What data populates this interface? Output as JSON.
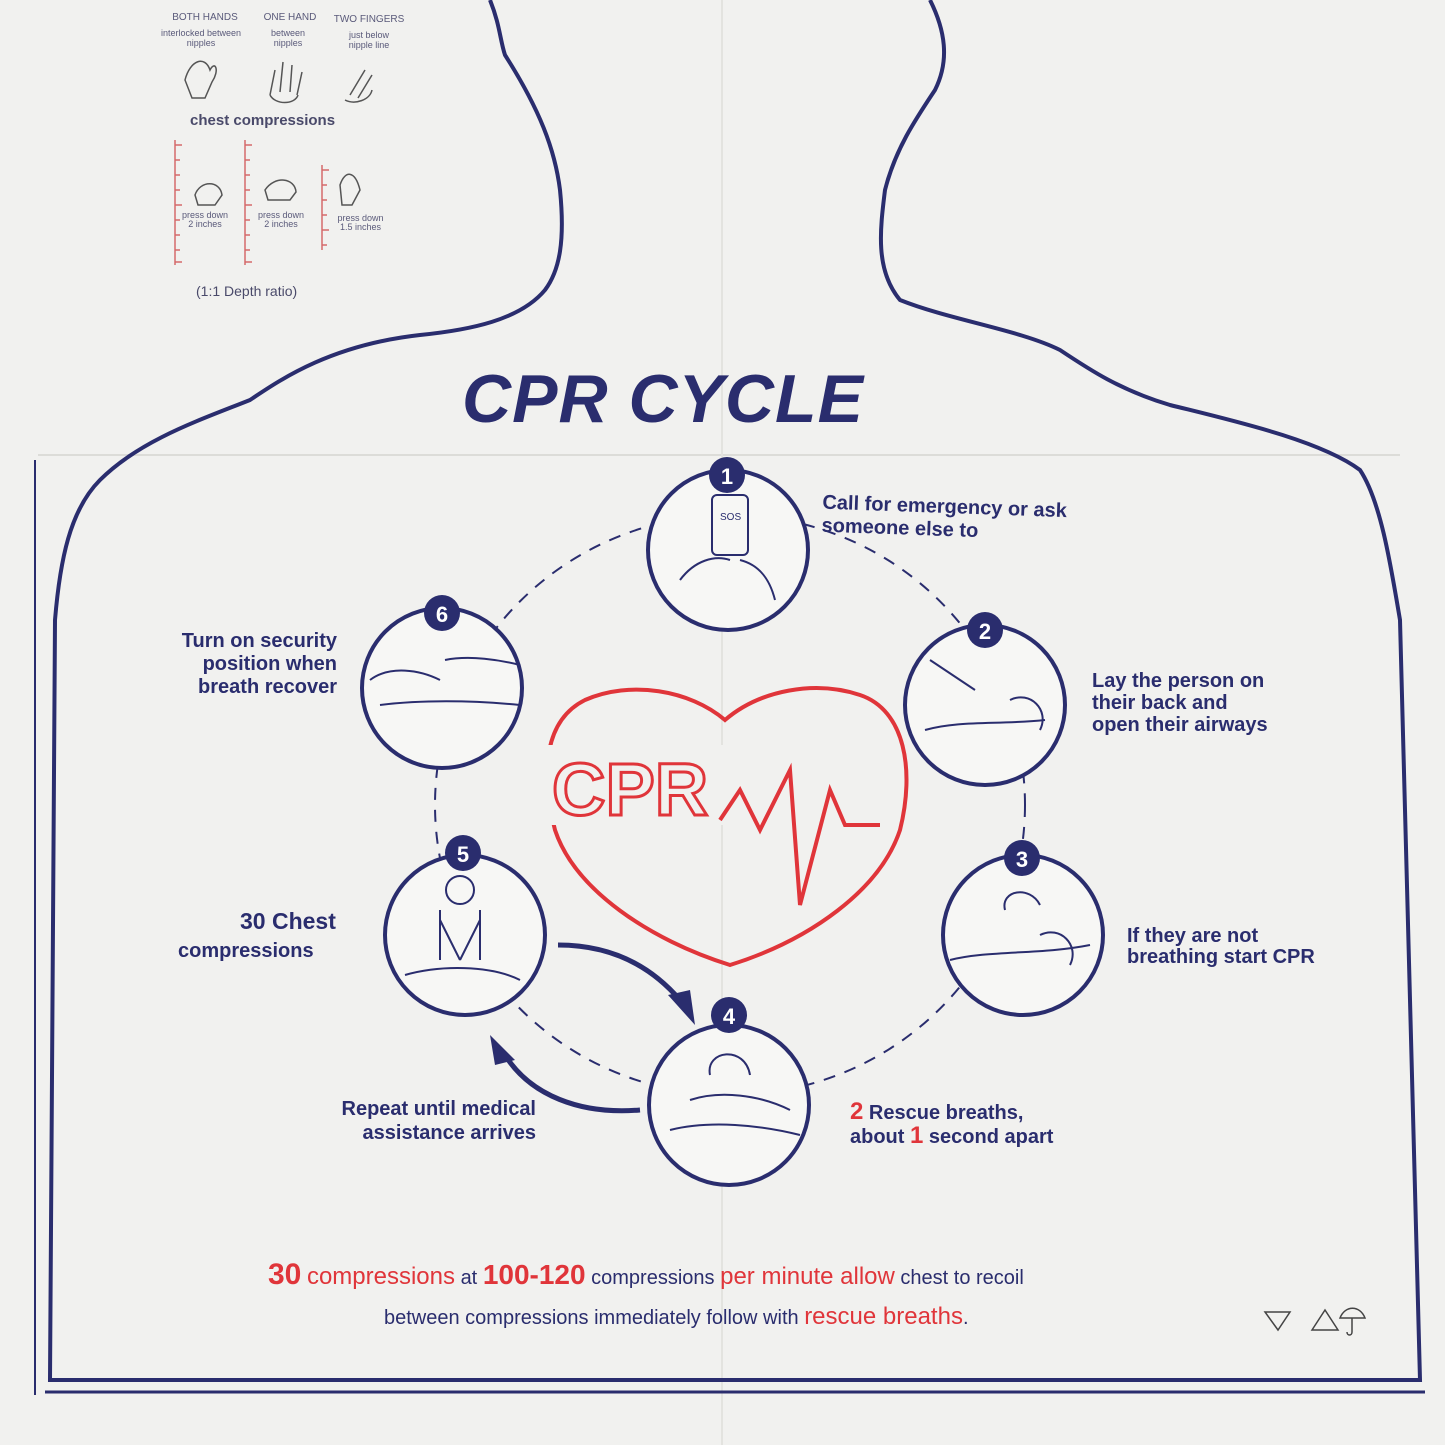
{
  "hand_positions": [
    {
      "title": "BOTH HANDS",
      "desc": "interlocked between nipples"
    },
    {
      "title": "ONE HAND",
      "desc": "between nipples"
    },
    {
      "title": "TWO FINGERS",
      "desc": "just below nipple line"
    }
  ],
  "compressions_label": "chest compressions",
  "depth_rulers": [
    {
      "label": "press down",
      "depth": "2 inches"
    },
    {
      "label": "press down",
      "depth": "2 inches"
    },
    {
      "label": "press down",
      "depth": "1.5 inches"
    }
  ],
  "depth_ratio": "(1:1 Depth ratio)",
  "title": "CPR CYCLE",
  "center_logo": "CPR",
  "steps": [
    {
      "num": "1",
      "text": "Call for emergency or ask someone else to"
    },
    {
      "num": "2",
      "line1": "Lay the person on",
      "line2": "their back and",
      "line3": "open their airways"
    },
    {
      "num": "3",
      "line1": "If they are not",
      "line2": "breathing start CPR"
    },
    {
      "num": "4",
      "line1_num": "2",
      "line1_text": "Rescue breaths,",
      "line2_pre": "about",
      "line2_num": "1",
      "line2_post": "second apart"
    },
    {
      "num": "5",
      "line1": "30 Chest",
      "line2": "compressions"
    },
    {
      "num": "6",
      "line1": "Turn on security",
      "line2": "position when",
      "line3": "breath recover"
    }
  ],
  "repeat_text": {
    "line1": "Repeat until medical",
    "line2": "assistance arrives"
  },
  "bottom": {
    "n30": "30",
    "compressions": "compressions",
    "at": "at",
    "rate": "100-120",
    "compressions2": "compressions",
    "per_minute_allow": "per minute allow",
    "chest_to_recoil": "chest to recoil",
    "line2_pre": "between compressions immediately follow with",
    "rescue_breaths": "rescue breaths",
    "period": "."
  },
  "colors": {
    "navy": "#2a2d6e",
    "red": "#e0353a",
    "sheet": "#f1f1ef"
  },
  "icons": [
    "recycle-icon",
    "umbrella-icon",
    "material-icon"
  ]
}
